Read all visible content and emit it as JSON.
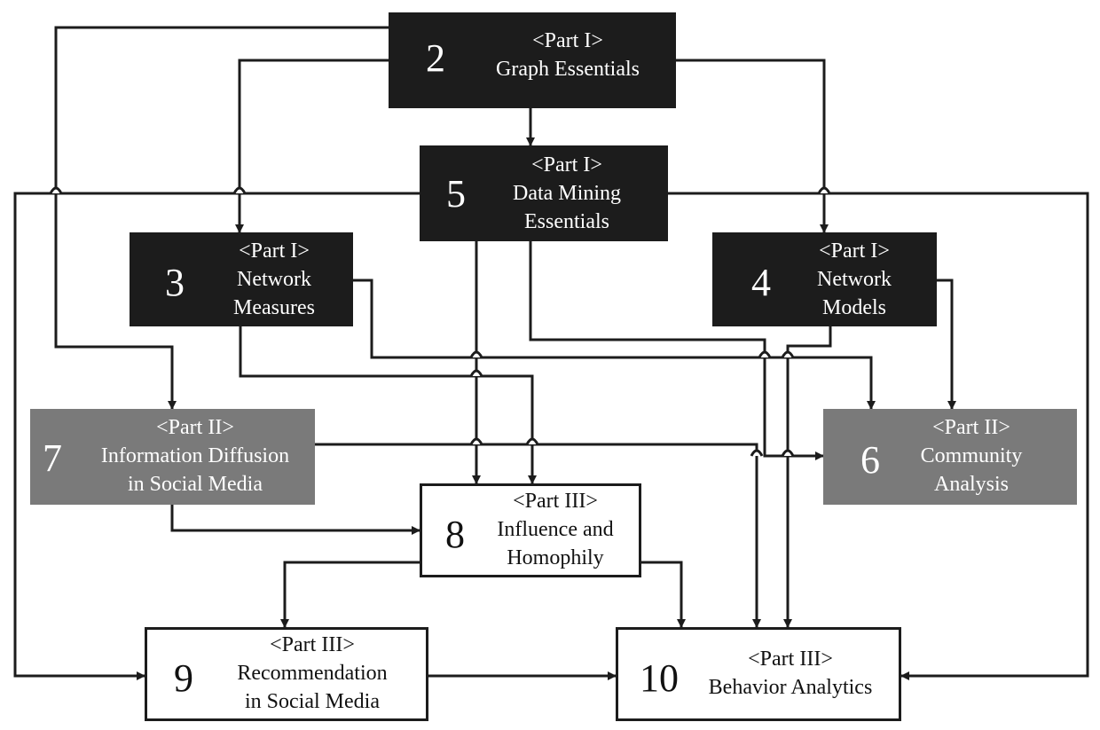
{
  "colors": {
    "dark": "#1c1c1c",
    "gray": "#7a7a7a",
    "light": "#ffffff",
    "line": "#1c1c1c"
  },
  "nodes": {
    "n2": {
      "number": "2",
      "part": "<Part I>",
      "title1": "Graph Essentials",
      "title2": ""
    },
    "n5": {
      "number": "5",
      "part": "<Part I>",
      "title1": "Data Mining",
      "title2": "Essentials"
    },
    "n3": {
      "number": "3",
      "part": "<Part I>",
      "title1": "Network",
      "title2": "Measures"
    },
    "n4": {
      "number": "4",
      "part": "<Part I>",
      "title1": "Network",
      "title2": "Models"
    },
    "n7": {
      "number": "7",
      "part": "<Part II>",
      "title1": "Information Diffusion",
      "title2": "in Social Media"
    },
    "n6": {
      "number": "6",
      "part": "<Part II>",
      "title1": "Community",
      "title2": "Analysis"
    },
    "n8": {
      "number": "8",
      "part": "<Part III>",
      "title1": "Influence and",
      "title2": "Homophily"
    },
    "n9": {
      "number": "9",
      "part": "<Part III>",
      "title1": "Recommendation",
      "title2": "in Social Media"
    },
    "n10": {
      "number": "10",
      "part": "<Part III>",
      "title1": "Behavior Analytics",
      "title2": ""
    }
  }
}
